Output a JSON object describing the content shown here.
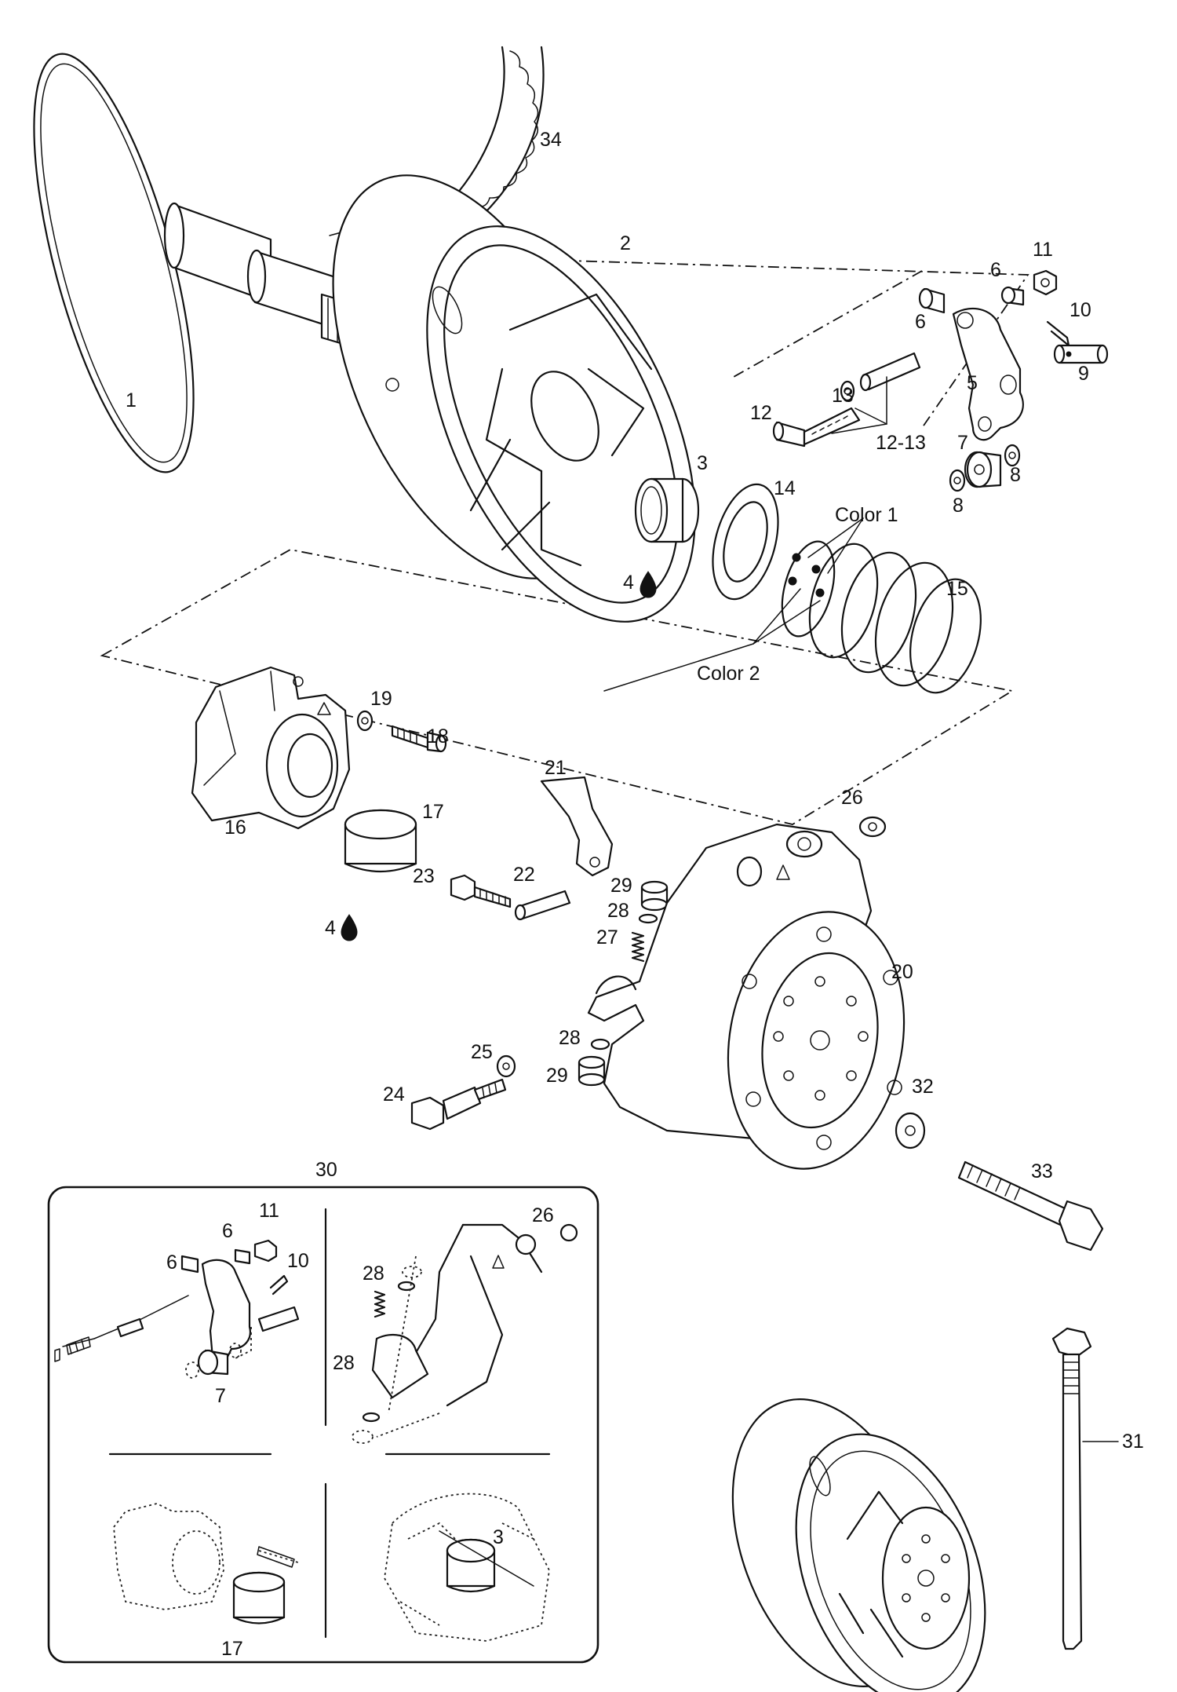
{
  "callouts": {
    "c1": "1",
    "c2": "2",
    "c3": "3",
    "c4a": "4",
    "c4b": "4",
    "c5": "5",
    "c6a": "6",
    "c6b": "6",
    "c7": "7",
    "c8a": "8",
    "c8b": "8",
    "c9": "9",
    "c10": "10",
    "c11": "11",
    "c12": "12",
    "c13": "13",
    "c1213": "12-13",
    "c14": "14",
    "c15": "15",
    "c16": "16",
    "c17": "17",
    "c18": "18",
    "c19": "19",
    "c20": "20",
    "c21": "21",
    "c22": "22",
    "c23": "23",
    "c24": "24",
    "c25": "25",
    "c26": "26",
    "c27": "27",
    "c28a": "28",
    "c28b": "28",
    "c29a": "29",
    "c29b": "29",
    "c30": "30",
    "c31": "31",
    "c32": "32",
    "c33": "33",
    "c34": "34",
    "color1": "Color 1",
    "color2": "Color 2"
  },
  "inset": {
    "i11": "11",
    "i6a": "6",
    "i6b": "6",
    "i10": "10",
    "i7": "7",
    "i26": "26",
    "i28a": "28",
    "i28b": "28",
    "i3": "3",
    "i17": "17"
  },
  "icons": {
    "oil_drop": "oil-drop-icon"
  }
}
